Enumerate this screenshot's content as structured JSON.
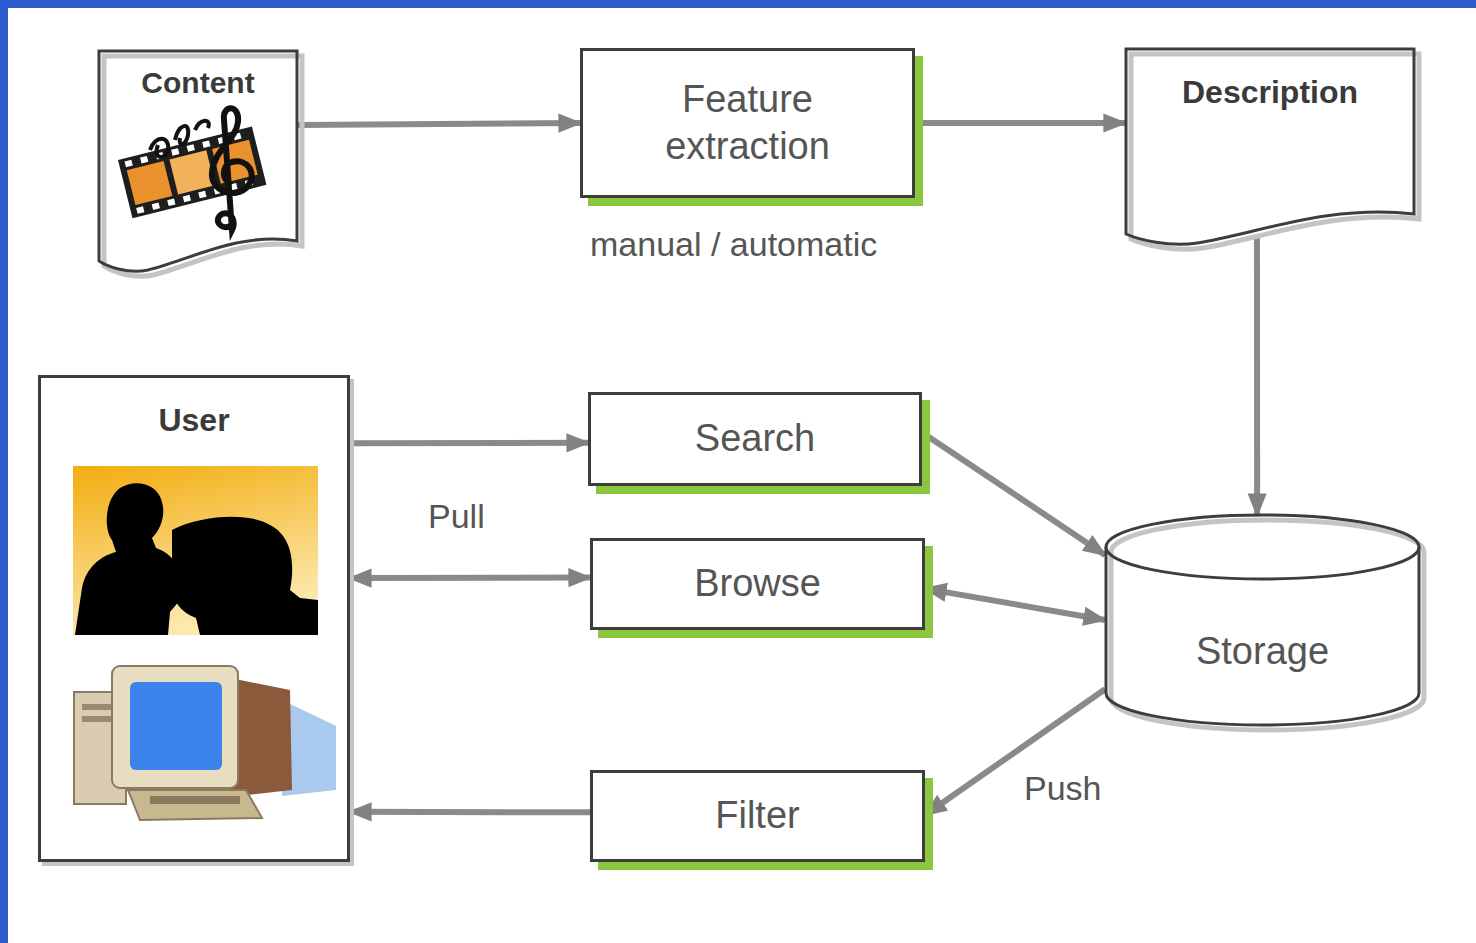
{
  "diagram": {
    "nodes": [
      {
        "text": [
          "Content"
        ]
      },
      {
        "text": [
          "Feature extraction"
        ]
      },
      {
        "text": [
          "Description"
        ]
      },
      {
        "text": [
          "User"
        ]
      },
      {
        "text": [
          "Search"
        ]
      },
      {
        "text": [
          "Browse"
        ]
      },
      {
        "text": [
          "Storage"
        ]
      },
      {
        "text": [
          "Filter"
        ]
      }
    ],
    "edges": [
      {
        "from": 0,
        "to": 1,
        "arrow": "to"
      },
      {
        "from": 1,
        "to": 2,
        "arrow": "to"
      },
      {
        "from": 2,
        "to": 6,
        "arrow": "to"
      },
      {
        "from": 3,
        "to": 4,
        "arrow": "to"
      },
      {
        "from": 4,
        "to": 6,
        "arrow": "to"
      },
      {
        "from": 3,
        "to": 5,
        "arrow": "both"
      },
      {
        "from": 5,
        "to": 6,
        "arrow": "both"
      },
      {
        "from": 6,
        "to": 7,
        "arrow": "to"
      },
      {
        "from": 7,
        "to": 3,
        "arrow": "to"
      }
    ],
    "labels": [
      "manual / automatic",
      "Pull",
      "Push"
    ]
  }
}
